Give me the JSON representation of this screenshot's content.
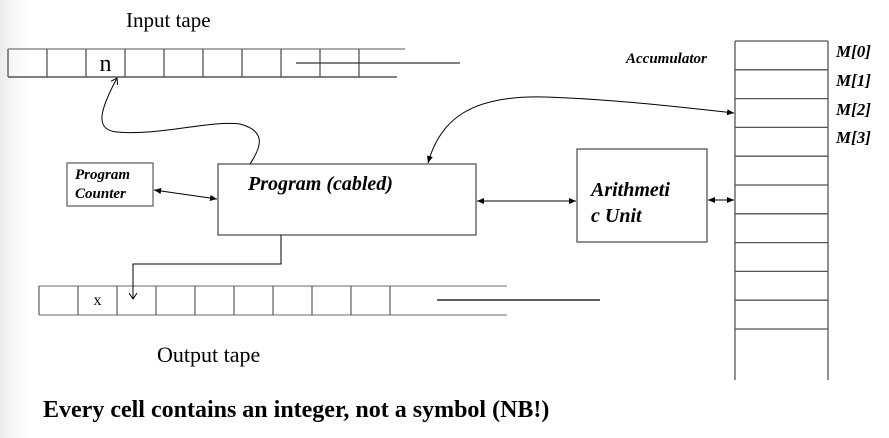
{
  "input_tape": {
    "title": "Input tape",
    "cells": [
      "",
      "",
      "n",
      "",
      "",
      "",
      "",
      "",
      "",
      ""
    ]
  },
  "output_tape": {
    "title": "Output tape",
    "cells": [
      "",
      "x",
      "",
      "",
      "",
      "",
      "",
      "",
      "",
      ""
    ]
  },
  "program_counter": {
    "line1": "Program",
    "line2": "Counter"
  },
  "program": {
    "label": "Program (cabled)"
  },
  "arithmetic_unit": {
    "line1": "Arithmeti",
    "line2": "c Unit"
  },
  "memory": {
    "accumulator_label": "Accumulator",
    "row_labels": [
      "M[0]",
      "M[1]",
      "M[2]",
      "M[3]"
    ],
    "row_count": 10
  },
  "footnote": "Every cell contains an integer, not a symbol (NB!)"
}
